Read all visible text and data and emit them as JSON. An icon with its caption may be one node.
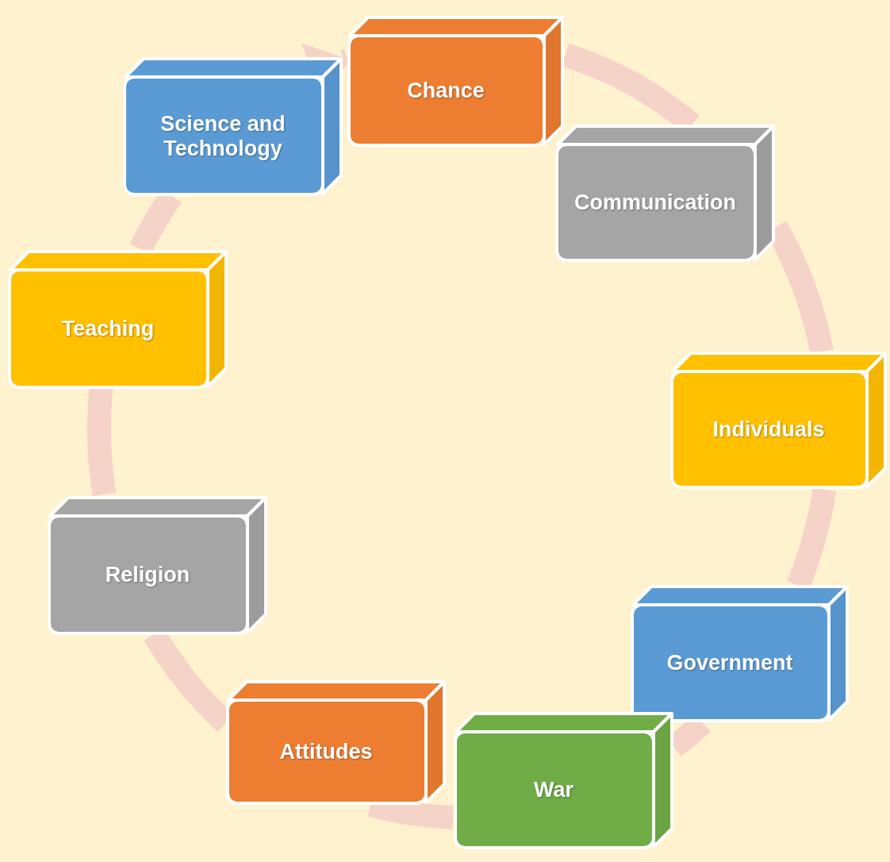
{
  "diagram": {
    "nodes": [
      {
        "text": [
          "Chance"
        ]
      },
      {
        "text": [
          "Science and Technology"
        ]
      },
      {
        "text": [
          "Communication"
        ]
      },
      {
        "text": [
          "Teaching"
        ]
      },
      {
        "text": [
          "Individuals"
        ]
      },
      {
        "text": [
          "Religion"
        ]
      },
      {
        "text": [
          "Government"
        ]
      },
      {
        "text": [
          "Attitudes"
        ]
      },
      {
        "text": [
          "War"
        ]
      }
    ],
    "edges": [
      {
        "from": 0,
        "to": 2,
        "arrow": "none"
      },
      {
        "from": 2,
        "to": 4,
        "arrow": "none"
      },
      {
        "from": 4,
        "to": 6,
        "arrow": "none"
      },
      {
        "from": 6,
        "to": 8,
        "arrow": "none"
      },
      {
        "from": 8,
        "to": 7,
        "arrow": "none"
      },
      {
        "from": 7,
        "to": 5,
        "arrow": "none"
      },
      {
        "from": 5,
        "to": 3,
        "arrow": "none"
      },
      {
        "from": 3,
        "to": 1,
        "arrow": "none"
      },
      {
        "from": 1,
        "to": 0,
        "arrow": "to"
      }
    ]
  }
}
